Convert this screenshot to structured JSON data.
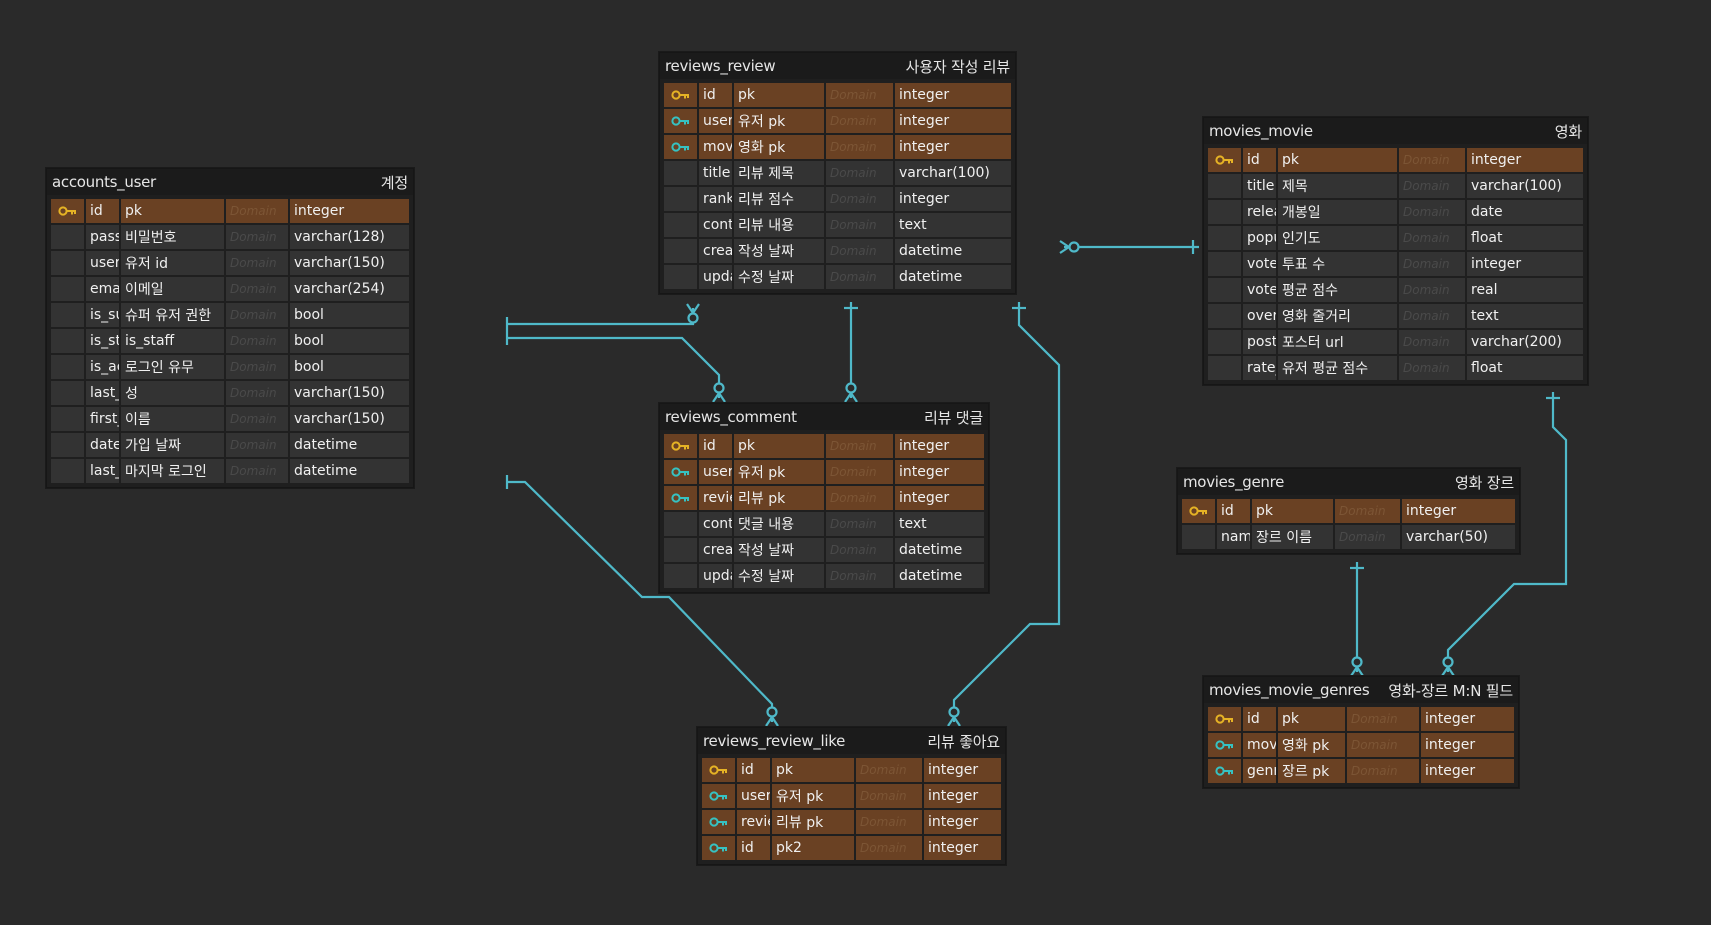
{
  "colors": {
    "background": "#2a2a2a",
    "key_row": "#6a4123",
    "plain_row": "#333333",
    "primary_key_icon": "#e6b325",
    "foreign_key_icon": "#36c2c2",
    "relation_line": "#4fb9c9"
  },
  "domain_label": "Domain",
  "tables": [
    {
      "id": "accounts_user",
      "name": "accounts_user",
      "comment": "계정",
      "columns": [
        {
          "name": "id",
          "logical": "pk",
          "type": "integer",
          "key": "pk"
        },
        {
          "name": "password",
          "logical": "비밀번호",
          "type": "varchar(128)",
          "key": ""
        },
        {
          "name": "username",
          "logical": "유저 id",
          "type": "varchar(150)",
          "key": ""
        },
        {
          "name": "email",
          "logical": "이메일",
          "type": "varchar(254)",
          "key": ""
        },
        {
          "name": "is_superuser",
          "logical": "슈퍼 유저 권한",
          "type": "bool",
          "key": ""
        },
        {
          "name": "is_staff",
          "logical": "is_staff",
          "type": "bool",
          "key": ""
        },
        {
          "name": "is_active",
          "logical": "로그인 유무",
          "type": "bool",
          "key": ""
        },
        {
          "name": "last_name",
          "logical": "성",
          "type": "varchar(150)",
          "key": ""
        },
        {
          "name": "first_name",
          "logical": "이름",
          "type": "varchar(150)",
          "key": ""
        },
        {
          "name": "date_joined",
          "logical": "가입 날짜",
          "type": "datetime",
          "key": ""
        },
        {
          "name": "last_login",
          "logical": "마지막 로그인",
          "type": "datetime",
          "key": ""
        }
      ]
    },
    {
      "id": "reviews_review",
      "name": "reviews_review",
      "comment": "사용자 작성 리뷰",
      "columns": [
        {
          "name": "id",
          "logical": "pk",
          "type": "integer",
          "key": "pk"
        },
        {
          "name": "user_id",
          "logical": "유저 pk",
          "type": "integer",
          "key": "fk"
        },
        {
          "name": "movie_id",
          "logical": "영화 pk",
          "type": "integer",
          "key": "fk"
        },
        {
          "name": "title",
          "logical": "리뷰 제목",
          "type": "varchar(100)",
          "key": ""
        },
        {
          "name": "rank",
          "logical": "리뷰 점수",
          "type": "integer",
          "key": ""
        },
        {
          "name": "content",
          "logical": "리뷰 내용",
          "type": "text",
          "key": ""
        },
        {
          "name": "created_at",
          "logical": "작성 날짜",
          "type": "datetime",
          "key": ""
        },
        {
          "name": "updated_at",
          "logical": "수정 날짜",
          "type": "datetime",
          "key": ""
        }
      ]
    },
    {
      "id": "movies_movie",
      "name": "movies_movie",
      "comment": "영화",
      "columns": [
        {
          "name": "id",
          "logical": "pk",
          "type": "integer",
          "key": "pk"
        },
        {
          "name": "title",
          "logical": "제목",
          "type": "varchar(100)",
          "key": ""
        },
        {
          "name": "release_date",
          "logical": "개봉일",
          "type": "date",
          "key": ""
        },
        {
          "name": "popularity",
          "logical": "인기도",
          "type": "float",
          "key": ""
        },
        {
          "name": "vote_count",
          "logical": "투표 수",
          "type": "integer",
          "key": ""
        },
        {
          "name": "vote_average",
          "logical": "평균 점수",
          "type": "real",
          "key": ""
        },
        {
          "name": "overview",
          "logical": "영화 줄거리",
          "type": "text",
          "key": ""
        },
        {
          "name": "poster_path",
          "logical": "포스터 url",
          "type": "varchar(200)",
          "key": ""
        },
        {
          "name": "rate_average",
          "logical": "유저 평균 점수",
          "type": "float",
          "key": ""
        }
      ]
    },
    {
      "id": "reviews_comment",
      "name": "reviews_comment",
      "comment": "리뷰 댓글",
      "columns": [
        {
          "name": "id",
          "logical": "pk",
          "type": "integer",
          "key": "pk"
        },
        {
          "name": "user_id",
          "logical": "유저 pk",
          "type": "integer",
          "key": "fk"
        },
        {
          "name": "review_id",
          "logical": "리뷰 pk",
          "type": "integer",
          "key": "fk"
        },
        {
          "name": "content",
          "logical": "댓글 내용",
          "type": "text",
          "key": ""
        },
        {
          "name": "created_at",
          "logical": "작성 날짜",
          "type": "datetime",
          "key": ""
        },
        {
          "name": "updated_at",
          "logical": "수정 날짜",
          "type": "datetime",
          "key": ""
        }
      ]
    },
    {
      "id": "movies_genre",
      "name": "movies_genre",
      "comment": "영화 장르",
      "columns": [
        {
          "name": "id",
          "logical": "pk",
          "type": "integer",
          "key": "pk"
        },
        {
          "name": "name",
          "logical": "장르 이름",
          "type": "varchar(50)",
          "key": ""
        }
      ]
    },
    {
      "id": "reviews_review_like",
      "name": "reviews_review_like",
      "comment": "리뷰 좋아요",
      "columns": [
        {
          "name": "id",
          "logical": "pk",
          "type": "integer",
          "key": "pk"
        },
        {
          "name": "user_id",
          "logical": "유저 pk",
          "type": "integer",
          "key": "fk"
        },
        {
          "name": "review_id",
          "logical": "리뷰 pk",
          "type": "integer",
          "key": "fk"
        },
        {
          "name": "id",
          "logical": "pk2",
          "type": "integer",
          "key": "fk"
        }
      ]
    },
    {
      "id": "movies_movie_genres",
      "name": "movies_movie_genres",
      "comment": "영화-장르 M:N 필드",
      "columns": [
        {
          "name": "id",
          "logical": "pk",
          "type": "integer",
          "key": "pk"
        },
        {
          "name": "movie_id",
          "logical": "영화 pk",
          "type": "integer",
          "key": "fk"
        },
        {
          "name": "genre_id",
          "logical": "장르 pk",
          "type": "integer",
          "key": "fk"
        }
      ]
    }
  ],
  "relationships": [
    {
      "from": "accounts_user",
      "to": "reviews_review",
      "label": ""
    },
    {
      "from": "accounts_user",
      "to": "reviews_comment",
      "label": ""
    },
    {
      "from": "accounts_user",
      "to": "reviews_review_like",
      "label": ""
    },
    {
      "from": "movies_movie",
      "to": "reviews_review",
      "label": ""
    },
    {
      "from": "reviews_review",
      "to": "reviews_comment",
      "label": ""
    },
    {
      "from": "reviews_review",
      "to": "reviews_review_like",
      "label": ""
    },
    {
      "from": "movies_genre",
      "to": "movies_movie_genres",
      "label": ""
    },
    {
      "from": "movies_movie",
      "to": "movies_movie_genres",
      "label": ""
    }
  ]
}
